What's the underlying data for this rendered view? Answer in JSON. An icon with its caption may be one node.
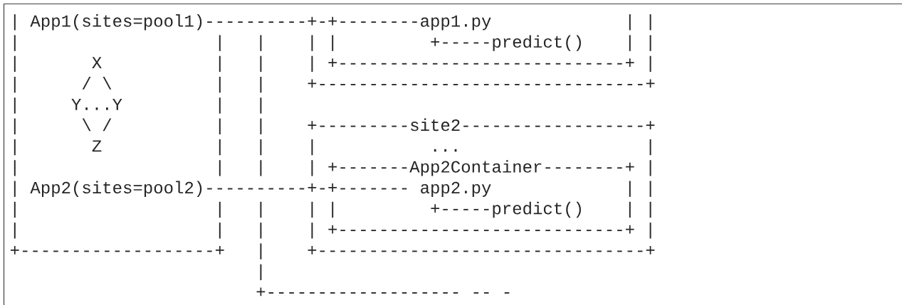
{
  "diagram": {
    "labels": [
      "| App1(sites=pool1)----------+-+--------app1.py",
      "| |",
      "|",
      "|",
      "|",
      "| |",
      "+-----predict()",
      "| |",
      "|",
      "X",
      "|",
      "|",
      "| +----------------------------+ |",
      "|",
      "/ \\",
      "|",
      "|",
      "+--------------------------------+",
      "|",
      "Y...Y",
      "|",
      "|",
      "|",
      "\\ /",
      "|",
      "|",
      "+---------site2------------------+",
      "|",
      "Z",
      "|",
      "|",
      "|",
      "...",
      "|",
      "|",
      "|",
      "|",
      "| +-------App2Container--------+ |",
      "| App2(sites=pool2)----------+-+------- app2.py",
      "| |",
      "|",
      "|",
      "|",
      "| |",
      "+-----predict()",
      "| |",
      "|",
      "|",
      "|",
      "| +----------------------------+ |",
      "+-------------------+",
      "|",
      "+--------------------------------+",
      "|",
      "+------------------- -- -"
    ]
  }
}
